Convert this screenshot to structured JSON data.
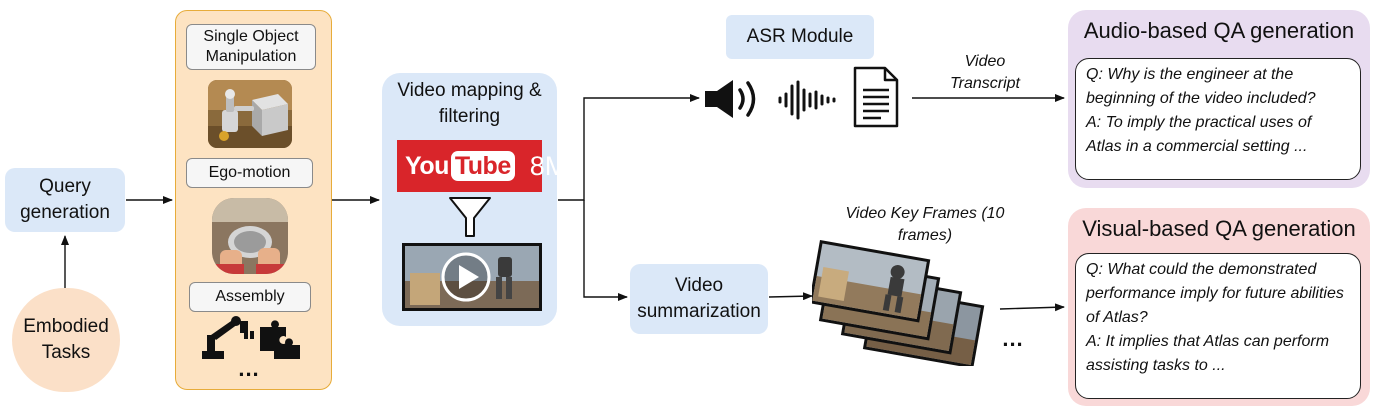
{
  "query_generation": "Query generation",
  "embodied_tasks": "Embodied Tasks",
  "categories": [
    {
      "label": "Single Object Manipulation",
      "icon": "robot-arm-cube-photo"
    },
    {
      "label": "Ego-motion",
      "icon": "ego-kitchen-photo"
    },
    {
      "label": "Assembly",
      "icon": "robot-puzzle-icons"
    }
  ],
  "categories_more": "...",
  "video_mapping": "Video mapping & filtering",
  "youtube": {
    "brand_you": "You",
    "brand_tube": "Tube",
    "count": "8M",
    "color": "#d9252a"
  },
  "asr_module": "ASR Module",
  "video_transcript": "Video Transcript",
  "video_summarization": "Video summarization",
  "key_frames": "Video Key Frames (10 frames)",
  "key_frames_more": "...",
  "audio_qa": {
    "title": "Audio-based QA generation",
    "question": "Q: Why is the engineer at the beginning of the video included?",
    "answer": "A: To imply the practical uses of Atlas in a commercial setting ..."
  },
  "visual_qa": {
    "title": "Visual-based QA generation",
    "question": "Q: What could the demonstrated performance imply for future abilities of Atlas?",
    "answer": "A: It implies that Atlas can perform assisting tasks to ..."
  },
  "colors": {
    "blue_box": "#dbe8f8",
    "orange_panel": "#fde3c2",
    "orange_border": "#e7ac3a",
    "peach": "#fbe0c8",
    "purple": "#e8dcf0",
    "pink": "#f9d8d8"
  }
}
